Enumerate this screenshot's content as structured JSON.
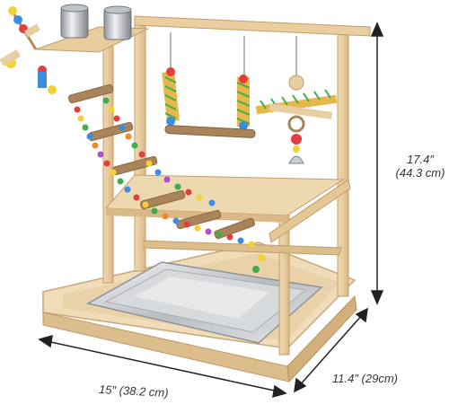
{
  "image": {
    "subject": "wooden parrot play stand",
    "background_color": "#ffffff",
    "wood_color": "#e8cfa3",
    "metal_color": "#c9ccd0"
  },
  "dimensions": {
    "height_imperial": "17.4″",
    "height_metric": "(44.3 cm)",
    "width": "15″ (38.2 cm)",
    "depth": "11.4″ (29cm)"
  }
}
